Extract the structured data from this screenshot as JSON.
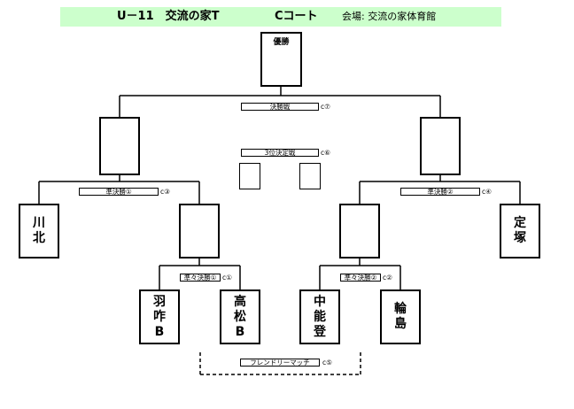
{
  "header": {
    "title": "U－11　交流の家T",
    "court": "Cコート",
    "venue": "会場: 交流の家体育館"
  },
  "champion_label": "優勝",
  "rounds": {
    "final": {
      "label": "決勝戦",
      "code": "c⑦"
    },
    "third_place": {
      "label": "3位決定戦",
      "code": "c⑥"
    },
    "semi_1": {
      "label": "準決勝①",
      "code": "c③"
    },
    "semi_2": {
      "label": "準決勝②",
      "code": "c④"
    },
    "qf_1": {
      "label": "準々決勝①",
      "code": "c①"
    },
    "qf_2": {
      "label": "準々決勝②",
      "code": "c②"
    },
    "friendly": {
      "label": "フレンドリーマッチ",
      "code": "c⑤"
    }
  },
  "teams": {
    "kawakita": "川\n北",
    "hakui_b": "羽\n咋\nB",
    "takamatsu_b": "高\n松\nB",
    "nakanoto": "中\n能\n登",
    "wajima": "輪\n島",
    "jotsuka": "定\n塚"
  }
}
